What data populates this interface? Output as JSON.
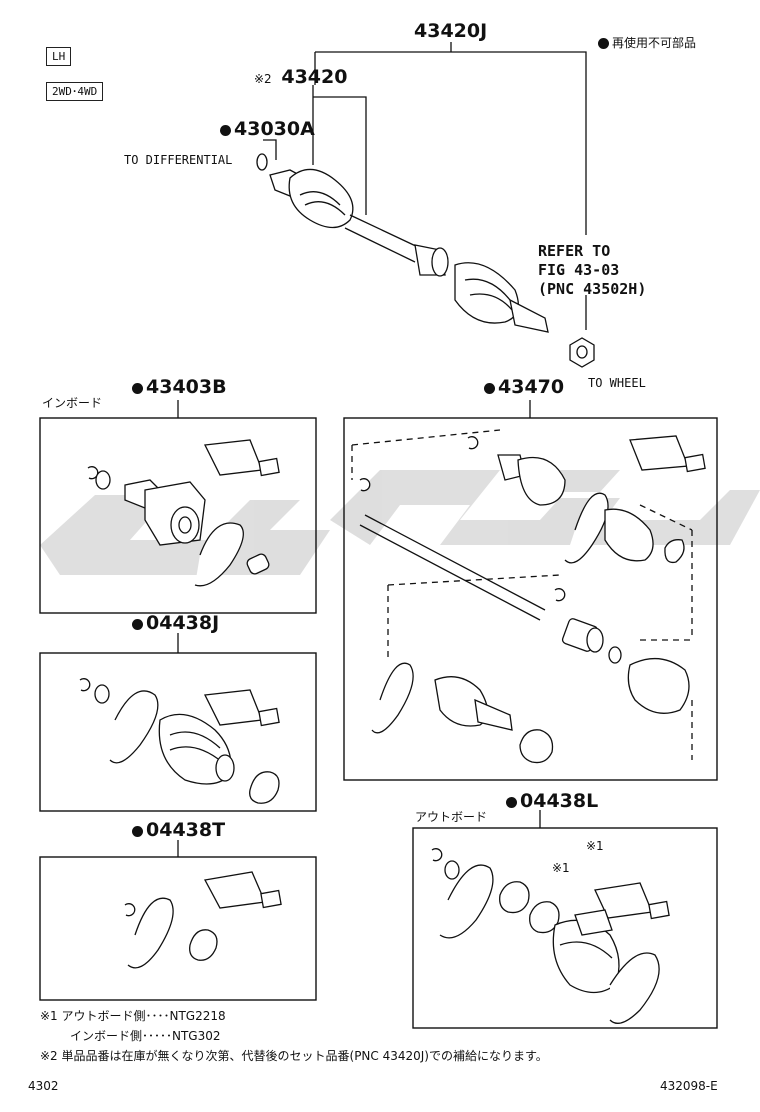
{
  "tags": {
    "side": "LH",
    "drive": "2WD･4WD"
  },
  "legend": {
    "text": "再使用不可部品"
  },
  "parts": {
    "assy": "43420J",
    "shaft": "43420",
    "shaft_mark": "※2",
    "snap_ring": "43030A",
    "inboard_kit": "43403B",
    "outboard_kit": "43470",
    "boot_kit_j": "04438J",
    "boot_kit_t": "04438T",
    "boot_kit_l": "04438L"
  },
  "labels": {
    "to_differential": "TO DIFFERENTIAL",
    "to_wheel": "TO WHEEL",
    "refer_line1": "REFER TO",
    "refer_line2": "FIG 43-03",
    "refer_line3": "(PNC 43502H)",
    "inboard": "インボード",
    "outboard": "アウトボード",
    "mark1": "※1"
  },
  "notes": {
    "note1a": "※1 アウトボード側････NTG2218",
    "note1b": "インボード側･････NTG302",
    "note2": "※2 単品品番は在庫が無くなり次第、代替後のセット品番(PNC 43420J)での補給になります。"
  },
  "footer": {
    "page": "4302",
    "code": "432098-E"
  }
}
